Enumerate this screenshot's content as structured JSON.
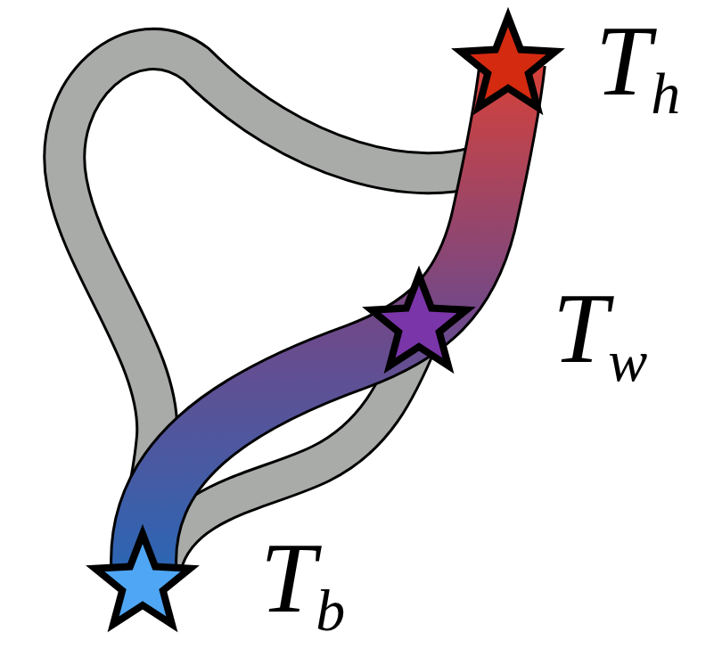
{
  "diagram": {
    "labels": [
      "Th",
      "Tw",
      "Tb"
    ]
  }
}
